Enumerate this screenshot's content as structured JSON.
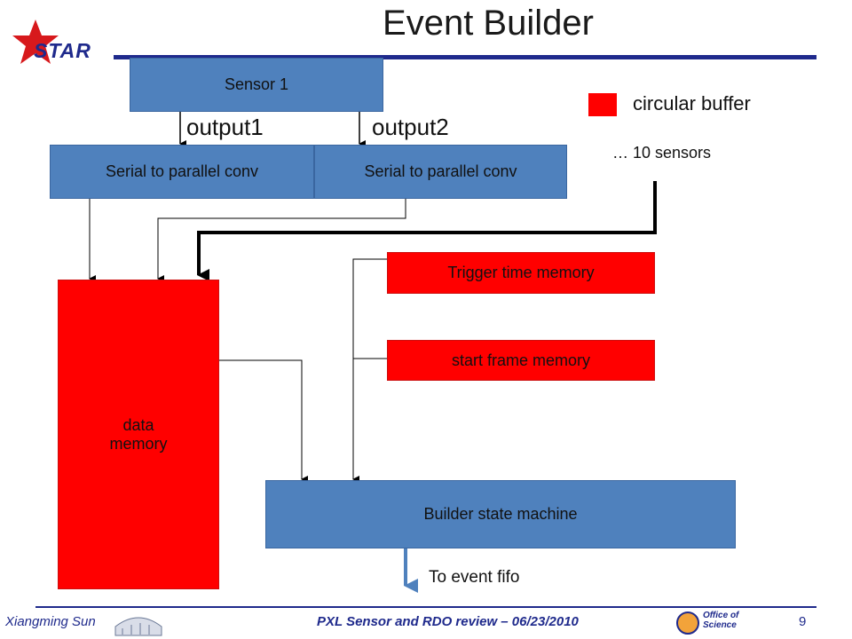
{
  "title": "Event Builder",
  "logo": {
    "text": "STAR"
  },
  "legend": {
    "label": "circular buffer",
    "color": "#ff0000"
  },
  "sensors_note": "… 10 sensors",
  "boxes": {
    "sensor": "Sensor 1",
    "conv1": "Serial to parallel conv",
    "conv2": "Serial to parallel conv",
    "trigger": "Trigger time memory",
    "start_frame": "start frame memory",
    "data_memory": "data\nmemory",
    "builder": "Builder state machine"
  },
  "outputs": {
    "out1": "output1",
    "out2": "output2"
  },
  "to_fifo": "To event fifo",
  "footer": {
    "author": "Xiangming Sun",
    "event": "PXL Sensor and RDO review – 06/23/2010",
    "page": "9",
    "sponsor_logo": "Office of Science"
  },
  "colors": {
    "blue": "#4f81bd",
    "red": "#ff0000",
    "accent": "#1f2a8c"
  }
}
